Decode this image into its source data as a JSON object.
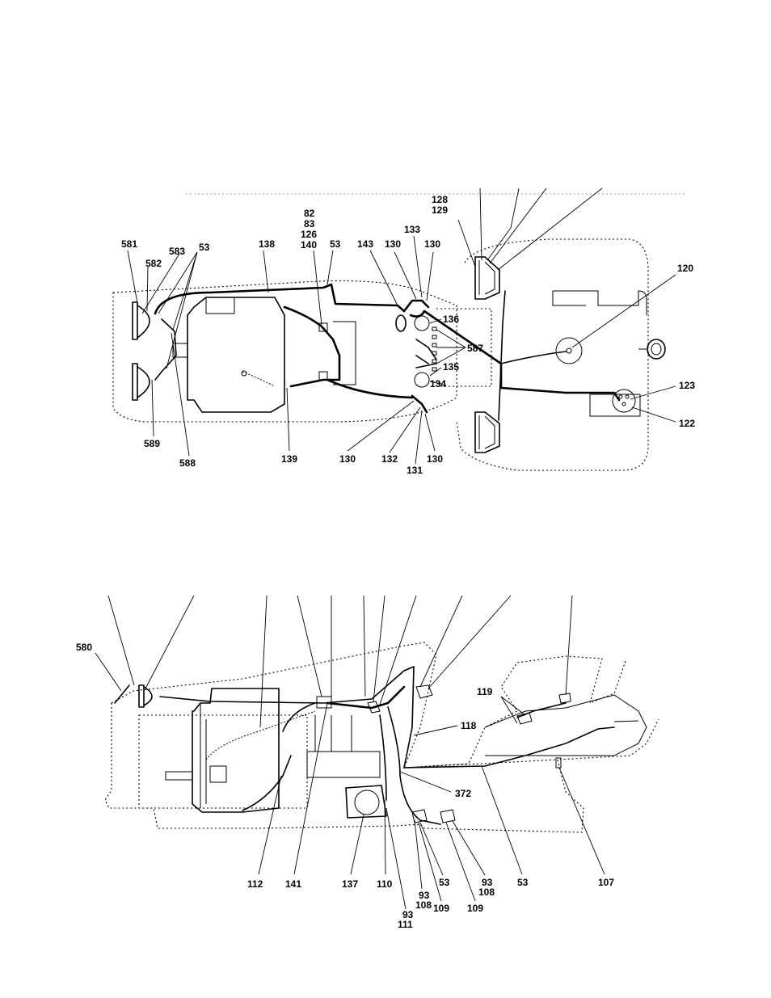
{
  "top_view": {
    "callouts": [
      {
        "id": "t581",
        "lines": [
          "581"
        ]
      },
      {
        "id": "t583",
        "lines": [
          "583"
        ]
      },
      {
        "id": "t582",
        "lines": [
          "582"
        ]
      },
      {
        "id": "t53a",
        "lines": [
          "53"
        ]
      },
      {
        "id": "t138",
        "lines": [
          "138"
        ]
      },
      {
        "id": "t82",
        "lines": [
          "82",
          "83",
          "126",
          "140"
        ]
      },
      {
        "id": "t53b",
        "lines": [
          "53"
        ]
      },
      {
        "id": "t143",
        "lines": [
          "143"
        ]
      },
      {
        "id": "t130a",
        "lines": [
          "130"
        ]
      },
      {
        "id": "t133",
        "lines": [
          "133"
        ]
      },
      {
        "id": "t130b",
        "lines": [
          "130"
        ]
      },
      {
        "id": "t128",
        "lines": [
          "128",
          "129"
        ]
      },
      {
        "id": "t120",
        "lines": [
          "120"
        ]
      },
      {
        "id": "t136",
        "lines": [
          "136"
        ]
      },
      {
        "id": "t587",
        "lines": [
          "587"
        ]
      },
      {
        "id": "t135",
        "lines": [
          "135"
        ]
      },
      {
        "id": "t134",
        "lines": [
          "134"
        ]
      },
      {
        "id": "t123",
        "lines": [
          "123"
        ]
      },
      {
        "id": "t122",
        "lines": [
          "122"
        ]
      },
      {
        "id": "t589",
        "lines": [
          "589"
        ]
      },
      {
        "id": "t588",
        "lines": [
          "588"
        ]
      },
      {
        "id": "t139",
        "lines": [
          "139"
        ]
      },
      {
        "id": "t130c",
        "lines": [
          "130"
        ]
      },
      {
        "id": "t132",
        "lines": [
          "132"
        ]
      },
      {
        "id": "t131",
        "lines": [
          "131"
        ]
      },
      {
        "id": "t130d",
        "lines": [
          "130"
        ]
      }
    ]
  },
  "side_view": {
    "callouts": [
      {
        "id": "s580",
        "lines": [
          "580"
        ]
      },
      {
        "id": "s119",
        "lines": [
          "119"
        ]
      },
      {
        "id": "s118",
        "lines": [
          "118"
        ]
      },
      {
        "id": "s372",
        "lines": [
          "372"
        ]
      },
      {
        "id": "s112",
        "lines": [
          "112"
        ]
      },
      {
        "id": "s141",
        "lines": [
          "141"
        ]
      },
      {
        "id": "s137",
        "lines": [
          "137"
        ]
      },
      {
        "id": "s110",
        "lines": [
          "110"
        ]
      },
      {
        "id": "s93a",
        "lines": [
          "93",
          "111"
        ]
      },
      {
        "id": "s93b",
        "lines": [
          "93",
          "108"
        ]
      },
      {
        "id": "s109a",
        "lines": [
          "109"
        ]
      },
      {
        "id": "s53a",
        "lines": [
          "53"
        ]
      },
      {
        "id": "s109b",
        "lines": [
          "109"
        ]
      },
      {
        "id": "s93c",
        "lines": [
          "93",
          "108"
        ]
      },
      {
        "id": "s53b",
        "lines": [
          "53"
        ]
      },
      {
        "id": "s107",
        "lines": [
          "107"
        ]
      }
    ]
  }
}
